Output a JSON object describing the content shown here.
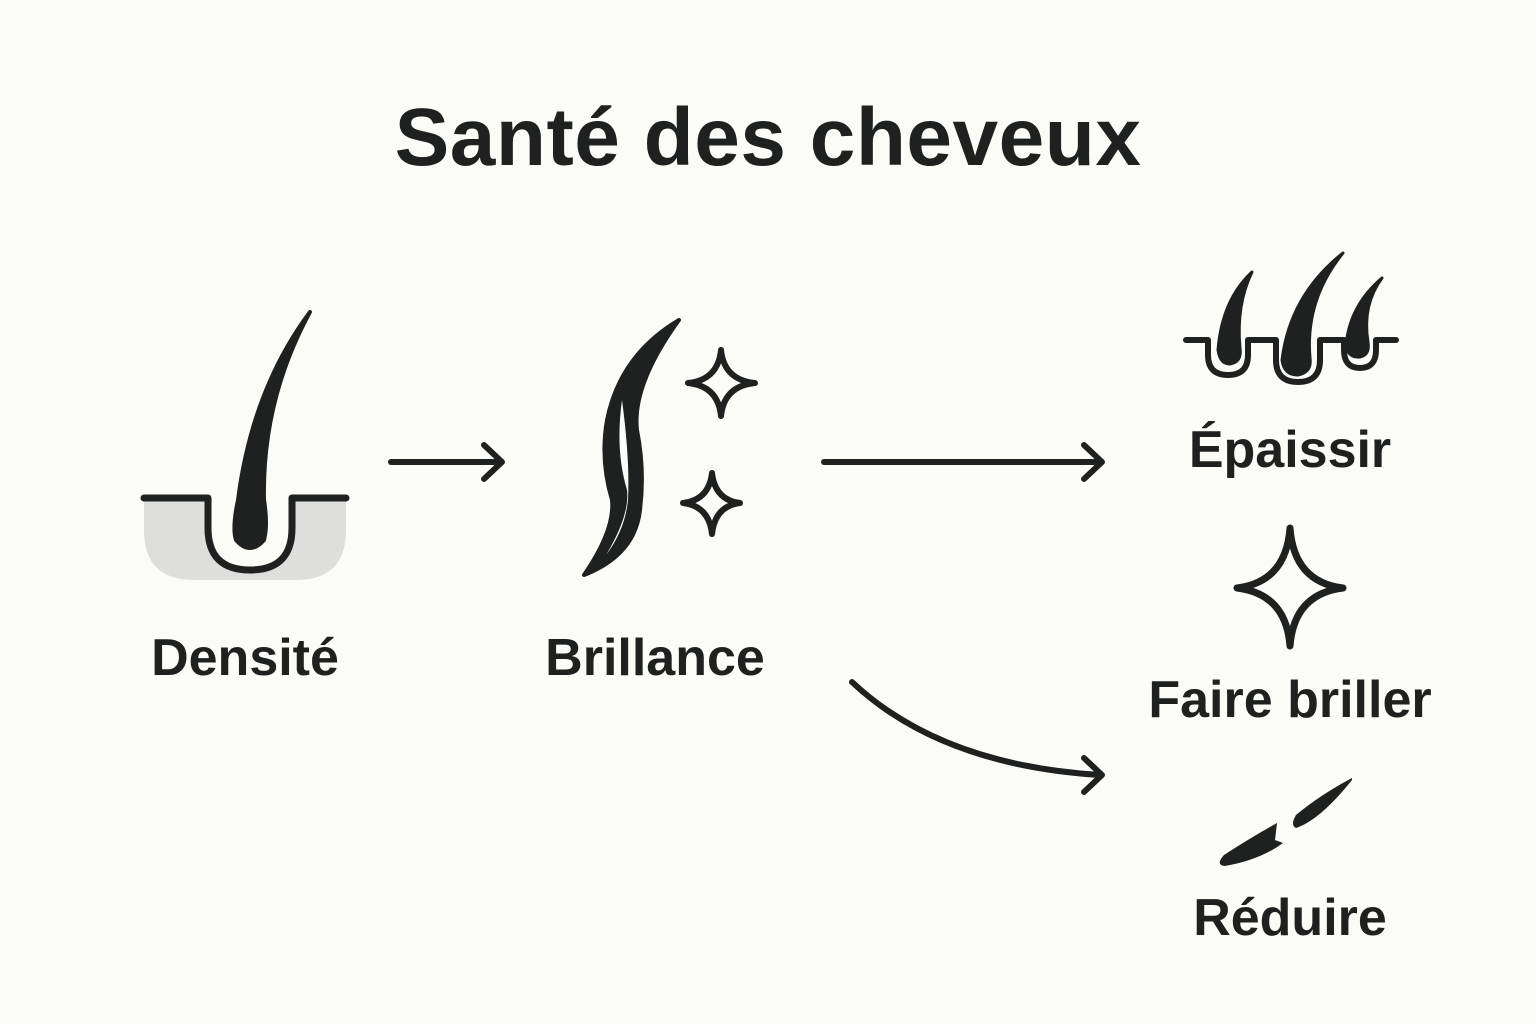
{
  "title": "Santé des cheveux",
  "colors": {
    "background": "#fbfbf7",
    "ink": "#1f2120",
    "skin_fill": "#dededd"
  },
  "nodes": [
    {
      "id": "densite",
      "label": "Densité",
      "icon": "hair-follicle-icon"
    },
    {
      "id": "brillance",
      "label": "Brillance",
      "icon": "shiny-hair-strand-icon"
    },
    {
      "id": "epaissir",
      "label": "Épaissir",
      "icon": "three-hair-follicles-icon"
    },
    {
      "id": "faire_briller",
      "label": "Faire briller",
      "icon": "sparkle-icon"
    },
    {
      "id": "reduire",
      "label": "Réduire",
      "icon": "broken-hair-icon"
    }
  ],
  "edges": [
    {
      "from": "densite",
      "to": "brillance",
      "shape": "straight"
    },
    {
      "from": "brillance",
      "to": "epaissir",
      "shape": "straight"
    },
    {
      "from": "brillance",
      "to": "reduire",
      "shape": "curved"
    }
  ]
}
